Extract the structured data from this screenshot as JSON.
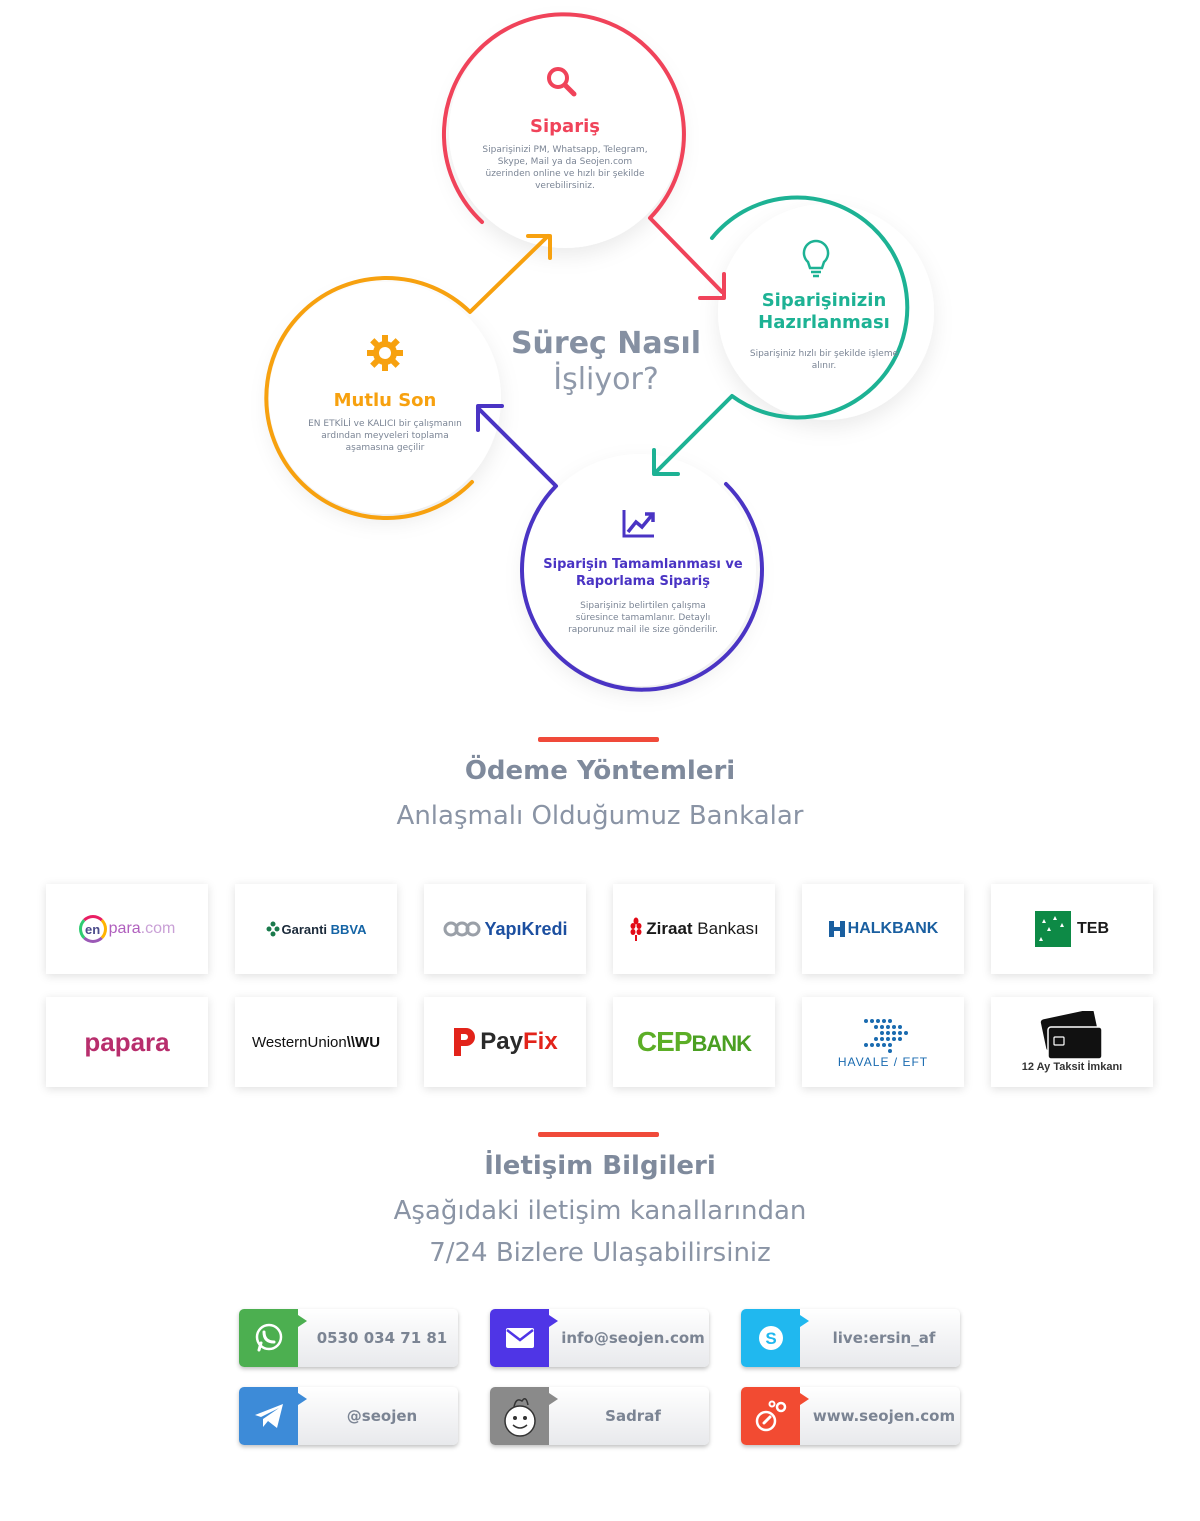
{
  "process": {
    "title_line1": "Süreç Nasıl",
    "title_line2": "İşliyor?",
    "steps": [
      {
        "title": "Sipariş",
        "text": "Siparişinizi PM, Whatsapp, Telegram, Skype, Mail ya da Seojen.com üzerinden online ve hızlı bir şekilde verebilirsiniz.",
        "color": "#f0435a",
        "icon": "search-icon"
      },
      {
        "title": "Siparişinizin Hazırlanması",
        "text": "Siparişiniz hızlı bir şekilde işleme alınır.",
        "color": "#1db294",
        "icon": "lightbulb-icon"
      },
      {
        "title": "Siparişin Tamamlanması ve Raporlama Sipariş",
        "text": "Siparişiniz belirtilen çalışma süresince tamamlanır. Detaylı raporunuz mail ile size gönderilir.",
        "color": "#4a34c4",
        "icon": "chart-up-icon"
      },
      {
        "title": "Mutlu Son",
        "text": "EN ETKİLİ ve KALICI bir çalışmanın ardından meyveleri toplama aşamasına geçilir",
        "color": "#f7a10f",
        "icon": "gear-icon"
      }
    ]
  },
  "payment": {
    "title": "Ödeme Yöntemleri",
    "subtitle": "Anlaşmalı Olduğumuz Bankalar",
    "banks": [
      {
        "name": "enpara.com",
        "icon": "enpara-logo"
      },
      {
        "name": "Garanti BBVA",
        "icon": "garanti-logo"
      },
      {
        "name": "YapıKredi",
        "icon": "yapikredi-logo"
      },
      {
        "name": "Ziraat Bankası",
        "icon": "ziraat-logo"
      },
      {
        "name": "HALKBANK",
        "icon": "halkbank-logo"
      },
      {
        "name": "TEB",
        "icon": "teb-logo"
      },
      {
        "name": "papara",
        "icon": "papara-logo"
      },
      {
        "name": "WesternUnion WU",
        "icon": "westernunion-logo"
      },
      {
        "name": "PayFix",
        "icon": "payfix-logo"
      },
      {
        "name": "CEPBANK",
        "icon": "cepbank-logo"
      },
      {
        "name": "HAVALE / EFT",
        "icon": "havale-logo"
      },
      {
        "name": "12 Ay Taksit İmkanı",
        "icon": "credit-card-icon"
      }
    ]
  },
  "contact": {
    "title": "İletişim Bilgileri",
    "subtitle_line1": "Aşağıdaki iletişim kanallarından",
    "subtitle_line2": "7/24 Bizlere Ulaşabilirsiniz",
    "channels": [
      {
        "label": "0530 034 71 81",
        "icon": "whatsapp-icon",
        "color": "#4caf50"
      },
      {
        "label": "info@seojen.com",
        "icon": "mail-icon",
        "color": "#4f35e6"
      },
      {
        "label": "live:ersin_af",
        "icon": "skype-icon",
        "color": "#20b8ef"
      },
      {
        "label": "@seojen",
        "icon": "telegram-icon",
        "color": "#3d8bd8"
      },
      {
        "label": "Sadraf",
        "icon": "sadraf-icon",
        "color": "#8a8a8a"
      },
      {
        "label": "www.seojen.com",
        "icon": "rocket-icon",
        "color": "#f24b32"
      }
    ]
  }
}
